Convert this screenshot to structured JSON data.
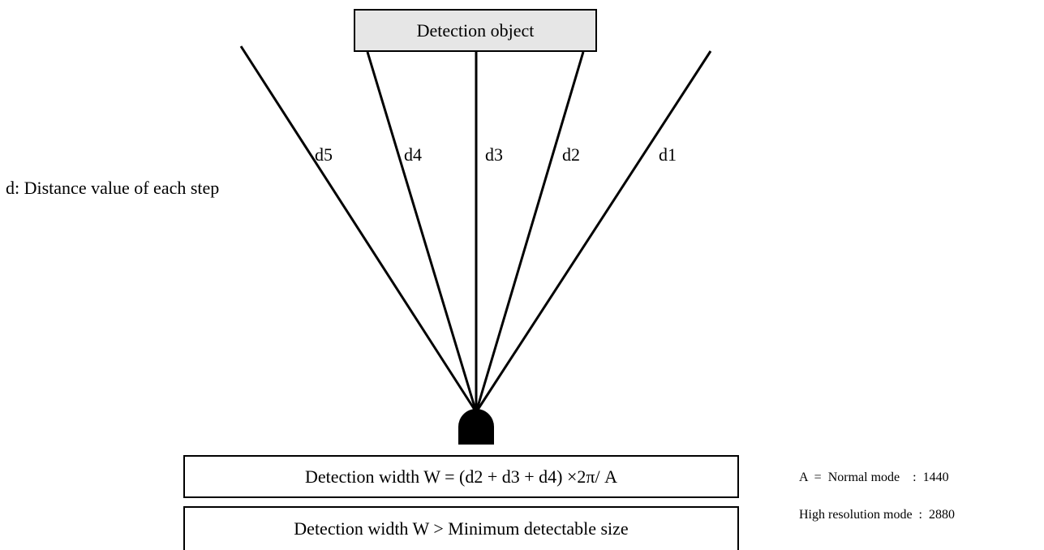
{
  "object_box": {
    "label": "Detection object"
  },
  "caption": "d: Distance value of each step",
  "rays": [
    {
      "label": "d5"
    },
    {
      "label": "d4"
    },
    {
      "label": "d3"
    },
    {
      "label": "d2"
    },
    {
      "label": "d1"
    }
  ],
  "formula": "Detection width W = (d2 + d3 + d4) ×2π/ A",
  "condition": "Detection width W > Minimum detectable size",
  "modes": {
    "normal": "A  =  Normal mode    :  1440",
    "high": "High resolution mode  :  2880"
  },
  "colors": {
    "line": "#000000",
    "object_fill": "#e6e6e6",
    "sensor": "#000000"
  }
}
